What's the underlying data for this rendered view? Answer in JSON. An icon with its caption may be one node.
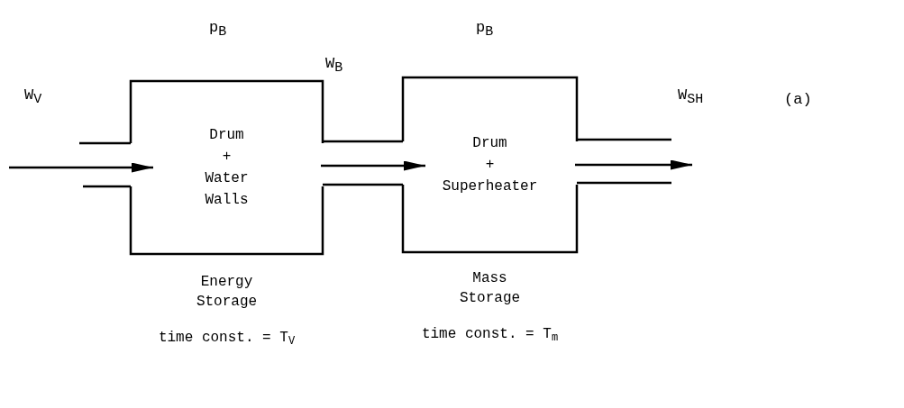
{
  "diagram": {
    "nodes": [
      {
        "text": [
          "Drum + Water Walls"
        ],
        "beside": [
          "Energy Storage",
          "time const. = T$_{V}$"
        ]
      },
      {
        "text": [
          "Drum + Superheater"
        ],
        "beside": [
          "Mass Storage",
          "time const. = T$_{m}$"
        ]
      }
    ],
    "edges": [
      {
        "from": null,
        "to": 0,
        "arrow": "to"
      },
      {
        "from": 0,
        "to": 1,
        "arrow": "to"
      },
      {
        "from": 1,
        "to": null,
        "arrow": "to"
      }
    ],
    "labels": [
      "p$_{B}$",
      "p$_{B}$",
      "W$_{B}$",
      "W$_{V}$",
      "W$_{SH}$",
      "(a)"
    ]
  }
}
